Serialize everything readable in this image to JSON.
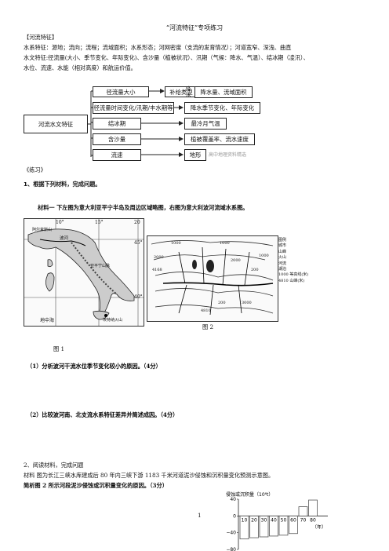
{
  "doc_title": "“河流特征”专项练习",
  "section_header": "【河流特征】",
  "line1": "水系特征：源地；流向；流程；流域面积；水系形态；河网密度（支流的发育情况）；河道宽窄、深浅、曲直",
  "line2": "水文特征:径流量(大小、季节变化、年际变化)、含沙量（植被状况）、汛期（气候：降水、气温）、结冰期（凌汛）、",
  "line3": "水位、流速、水能（相对高度）和航运价值。",
  "diagram": {
    "center": "河流水文特征",
    "items": [
      "径流量大小",
      "径流量时间变化/汛期/丰水期等",
      "结冰期",
      "含沙量",
      "流速"
    ],
    "supply": "补给类型",
    "rain": "降水",
    "r1": "降水量、流域面积",
    "r2": "降水季节变化、年际变化",
    "r3": "最冷月气温",
    "r4": "植被覆盖率、流水速度",
    "r5": "地形",
    "watermark": "高中地理资料精选"
  },
  "practice_label": "《练习》",
  "q1_title": "1、根据下列材料，完成问题。",
  "material1": "材料一   下左图为意大利亚平宁半岛及周边区域略图，右图为意大利波河流域水系图。",
  "map1": {
    "caption": "图 1",
    "labels": [
      "10°",
      "15°",
      "20",
      "45°",
      "40°",
      "波河",
      "阿尔卑斯山",
      "亚平宁山脉",
      "地中海",
      "埃特纳火山"
    ]
  },
  "map2": {
    "caption": "图 2",
    "contours": [
      "1000",
      "2000",
      "1000",
      "200",
      "2000",
      "1000",
      "4168",
      "3000",
      "4810",
      "200"
    ],
    "legend_title": "图例",
    "legend": [
      "城市",
      "山峰",
      "火山",
      "河流",
      "湖泊",
      "1000 等高线(米)",
      "4810 山峰(米)"
    ]
  },
  "q1_1": "（1）分析波河干流水位季节变化较小的原因。（4分）",
  "q1_2": "（2）比较波河南、北支流水系特征差异并简述成因。（4分）",
  "q2_title": "2、阅读材料，完成问题",
  "q2_material": "材料    图为长江三峡水库建成后 80 年内三峡下游 1183 千米河道泥沙侵蚀和沉积量变化预测示意图。",
  "q2_q": "简析图 2 所示河段泥沙侵蚀或沉积量变化的原因。（3分）",
  "page_number": "1",
  "chart_data": {
    "type": "bar",
    "title": "侵蚀或沉积量（10⁶t）",
    "xlabel": "（年）",
    "ylabel": "侵蚀或沉积量（10⁶t）",
    "categories": [
      "10",
      "20",
      "30",
      "40",
      "50",
      "60",
      "70",
      "80"
    ],
    "values": [
      -55,
      -52,
      -50,
      -48,
      -46,
      -42,
      22,
      38
    ],
    "ylim": [
      -80,
      40
    ],
    "yticks": [
      40,
      0,
      -40,
      -80
    ]
  }
}
